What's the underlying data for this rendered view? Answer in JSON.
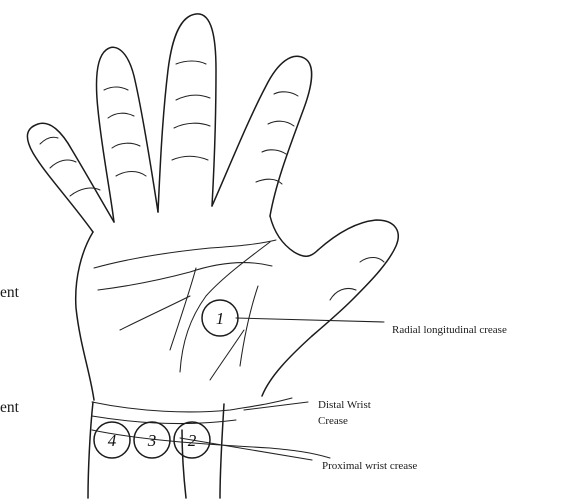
{
  "left_text": {
    "upper": "ent",
    "lower": "ent"
  },
  "labels": {
    "radial_longitudinal": "Radial longitudinal crease",
    "distal_wrist_line1": "Distal Wrist",
    "distal_wrist_line2": "Crease",
    "proximal_wrist": "Proximal wrist crease"
  },
  "markers": [
    "1",
    "4",
    "3",
    "2"
  ]
}
